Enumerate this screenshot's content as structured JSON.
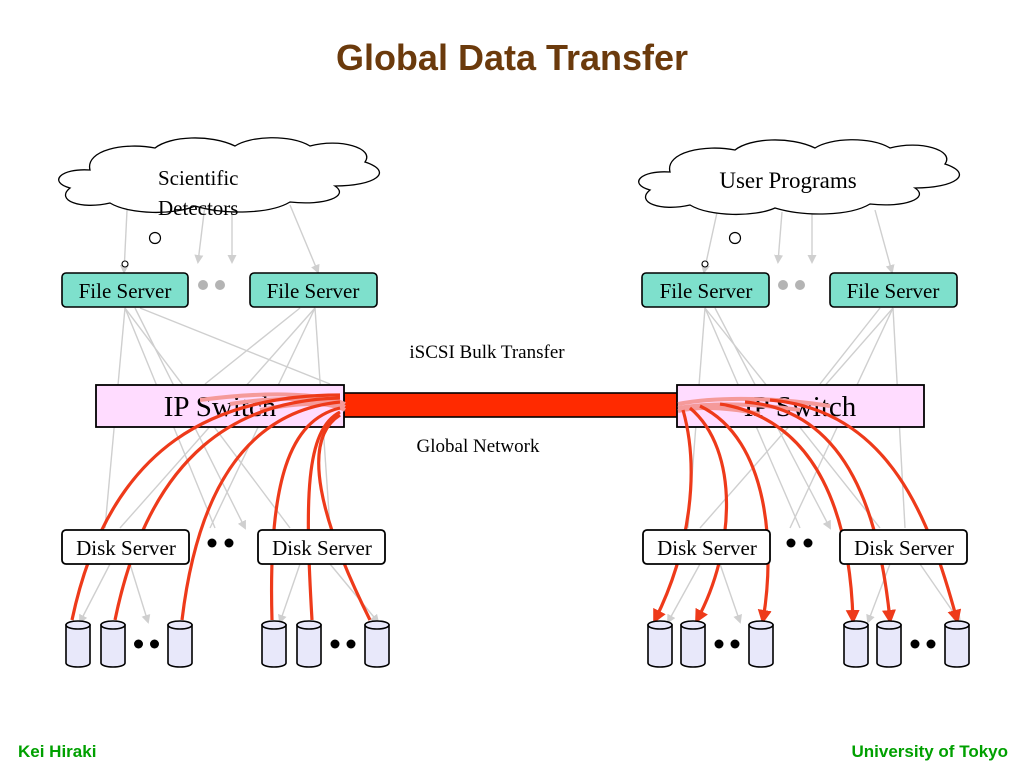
{
  "title": "Global Data Transfer",
  "footer": {
    "left": "Kei Hiraki",
    "right": "University of Tokyo"
  },
  "left_site": {
    "cloud_label_line1": "Scientific",
    "cloud_label_line2": "Detectors",
    "file_server_1": "File Server",
    "file_server_2": "File Server",
    "switch": "IP Switch",
    "disk_server_1": "Disk Server",
    "disk_server_2": "Disk Server"
  },
  "right_site": {
    "cloud_label": "User Programs",
    "file_server_1": "File Server",
    "file_server_2": "File Server",
    "switch": "IP Switch",
    "disk_server_1": "Disk Server",
    "disk_server_2": "Disk Server"
  },
  "link_label_top": "iSCSI Bulk Transfer",
  "link_label_bottom": "Global Network",
  "colors": {
    "title": "#6b3a0c",
    "footer": "#00a000",
    "file_server_fill": "#7ee0cc",
    "switch_fill": "#ffdcff",
    "global_link": "#ff2a00",
    "data_flow": "#ee3a1a",
    "disk_fill": "#e8e8fa"
  }
}
